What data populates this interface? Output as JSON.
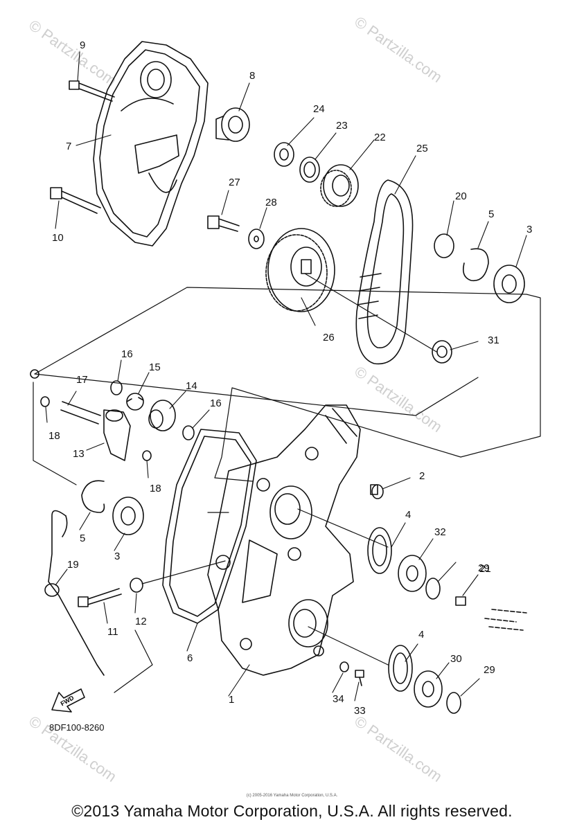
{
  "diagram": {
    "id_code": "8DF100-8260",
    "fwd_label": "FWD",
    "part_numbers": [
      "1",
      "2",
      "3",
      "3",
      "4",
      "4",
      "5",
      "5",
      "6",
      "7",
      "8",
      "9",
      "10",
      "11",
      "12",
      "13",
      "14",
      "15",
      "16",
      "16",
      "17",
      "18",
      "18",
      "19",
      "20",
      "21",
      "22",
      "23",
      "24",
      "25",
      "26",
      "27",
      "28",
      "29",
      "29",
      "30",
      "31",
      "32",
      "33",
      "34"
    ]
  },
  "footer": {
    "copyright": "©2013 Yamaha Motor Corporation, U.S.A. All rights reserved.",
    "small_print": "(c) 2005-2016 Yamaha Motor Corporation, U.S.A."
  },
  "watermark": {
    "text": "© Partzilla.com"
  }
}
